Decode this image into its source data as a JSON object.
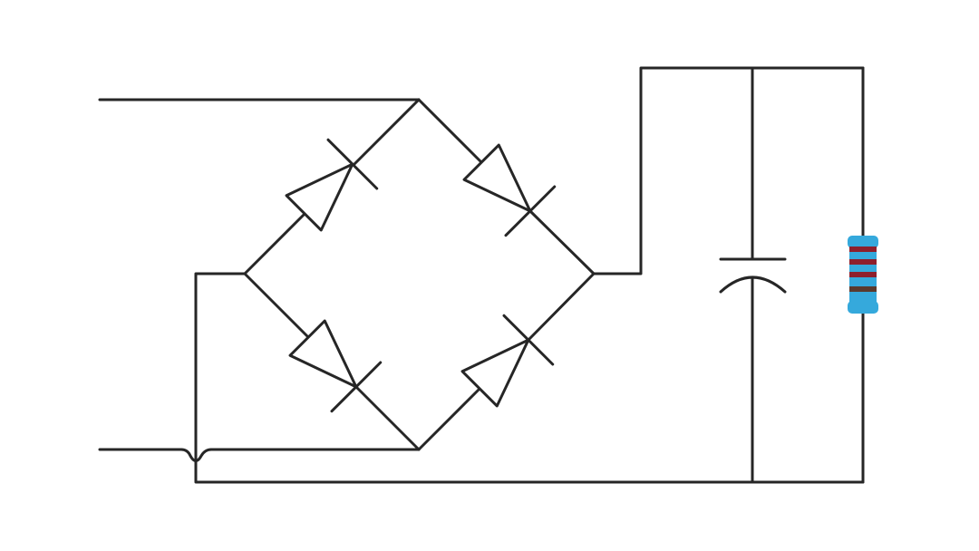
{
  "diagram": {
    "background_color": "#ffffff",
    "wire_color": "#262626",
    "components": [
      {
        "kind": "diode",
        "role": "bridge-upper-left"
      },
      {
        "kind": "diode",
        "role": "bridge-upper-right"
      },
      {
        "kind": "diode",
        "role": "bridge-lower-left"
      },
      {
        "kind": "diode",
        "role": "bridge-lower-right"
      },
      {
        "kind": "capacitor",
        "role": "smoothing-capacitor"
      },
      {
        "kind": "resistor",
        "role": "load-resistor"
      }
    ],
    "resistor": {
      "body_color": "#35a9dc",
      "band_colors": [
        "#8e1f2c",
        "#8e1f2c",
        "#8e1f2c",
        "#5a3a2e"
      ]
    }
  }
}
